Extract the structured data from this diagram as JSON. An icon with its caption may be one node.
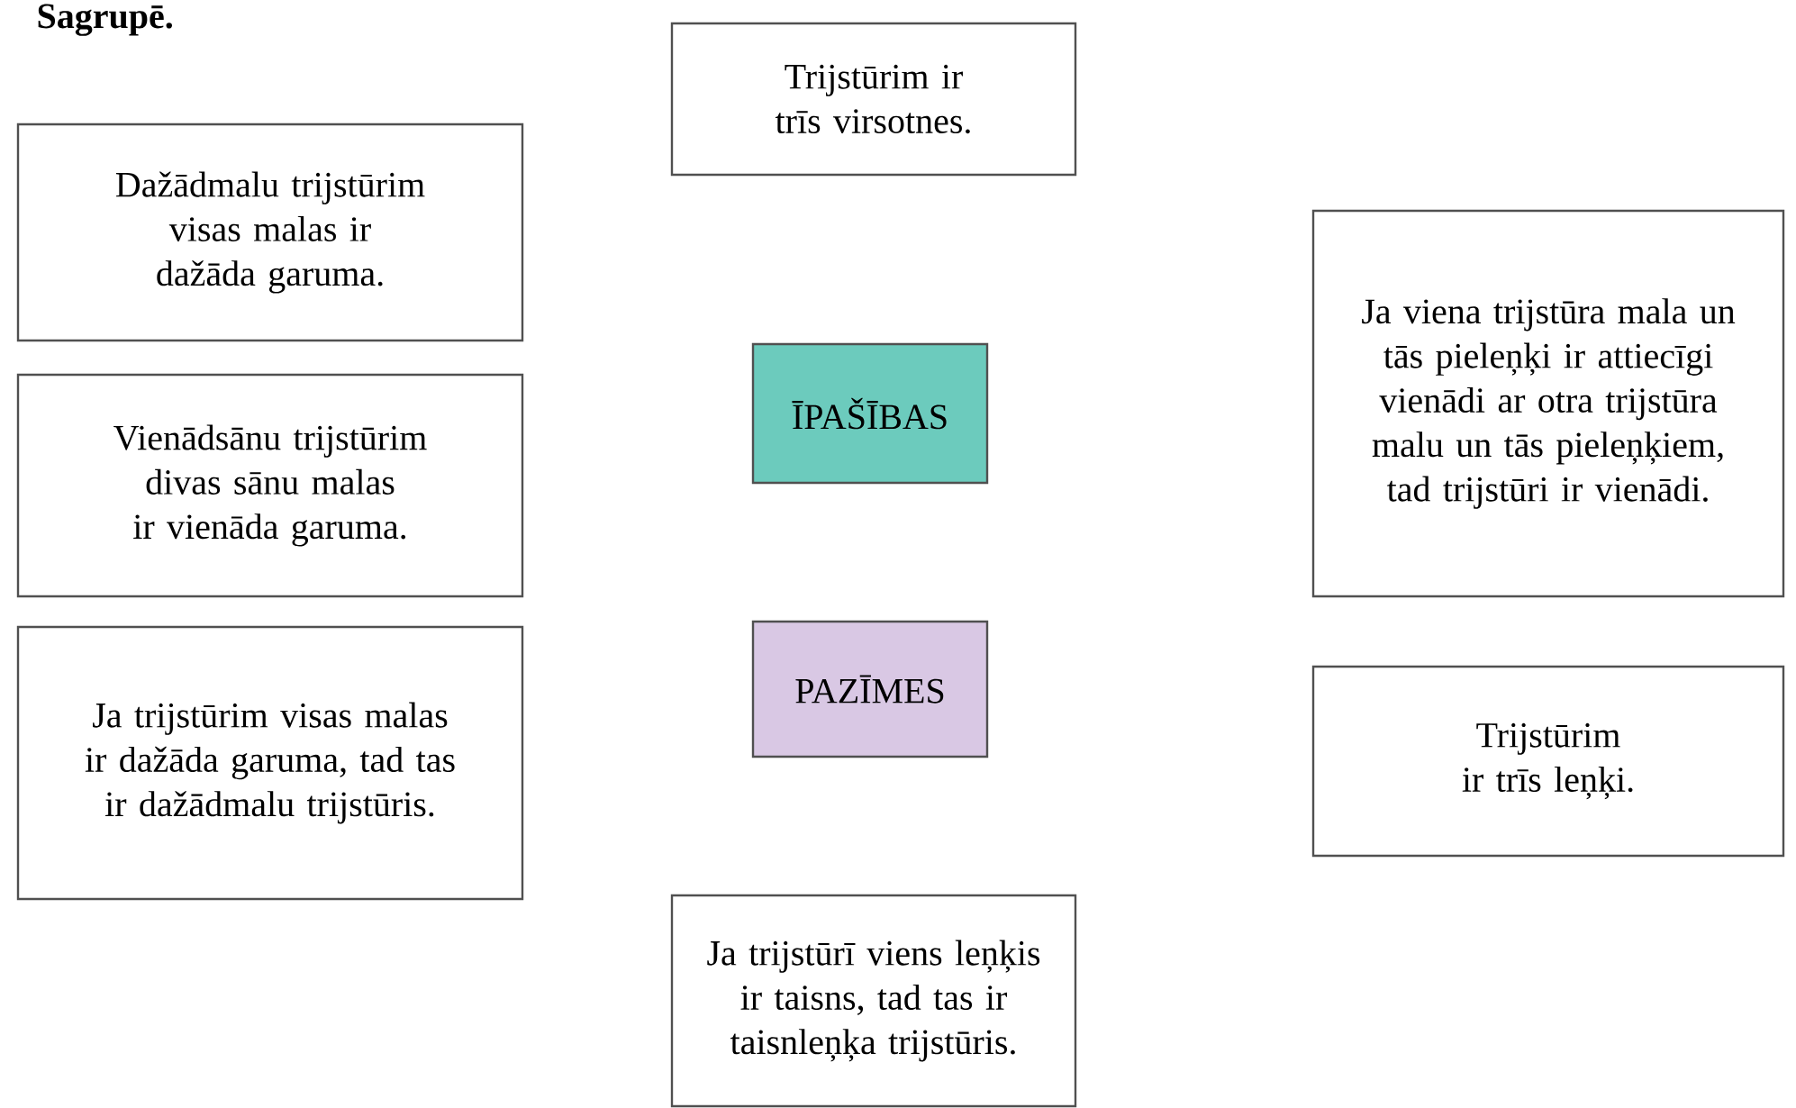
{
  "diagram": {
    "title": "Sagrupē.",
    "nodes": [
      {
        "text": [
          "Trijstūrim ir trīs virsotnes."
        ]
      },
      {
        "text": [
          "Dažādmalu trijstūrim visas malas ir dažāda garuma."
        ]
      },
      {
        "text": [
          "Ja viena trijstūra mala un tās pieleņķi ir attiecīgi vienādi ar otra trijstūra malu un tās pieleņķiem, tad trijstūri ir vienādi."
        ]
      },
      {
        "text": [
          "ĪPAŠĪBAS"
        ]
      },
      {
        "text": [
          "Vienādsānu trijstūrim divas sānu malas ir vienāda garuma."
        ]
      },
      {
        "text": [
          "Ja trijstūrim visas malas ir dažāda garuma, tad tas ir dažādmalu trijstūris."
        ]
      },
      {
        "text": [
          "PAZĪMES"
        ]
      },
      {
        "text": [
          "Trijstūrim ir trīs leņķi."
        ]
      },
      {
        "text": [
          "Ja trijstūrī viens leņķis ir taisns, tad tas ir taisnleņķa trijstūris."
        ]
      }
    ]
  }
}
